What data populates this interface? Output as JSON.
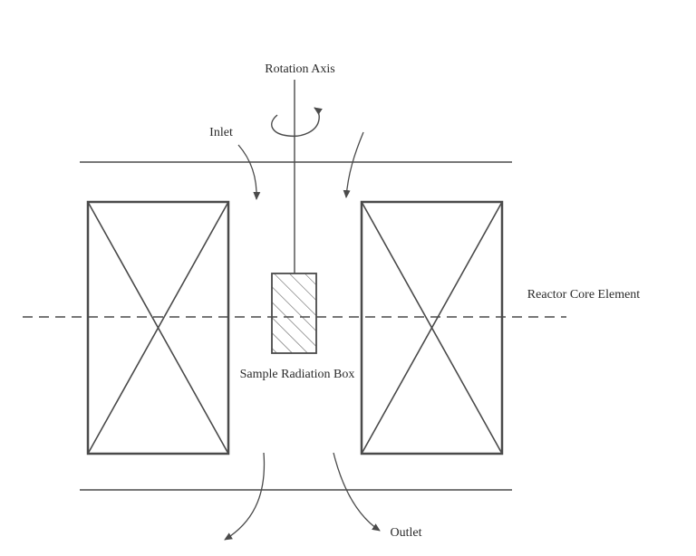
{
  "labels": {
    "rotation_axis": "Rotation Axis",
    "inlet": "Inlet",
    "reactor_core_element": "Reactor Core Element",
    "sample_radiation_box": "Sample Radiation Box",
    "outlet": "Outlet"
  },
  "colors": {
    "line": "#4a4a4a",
    "text": "#2a2a2a",
    "background": "#ffffff"
  }
}
